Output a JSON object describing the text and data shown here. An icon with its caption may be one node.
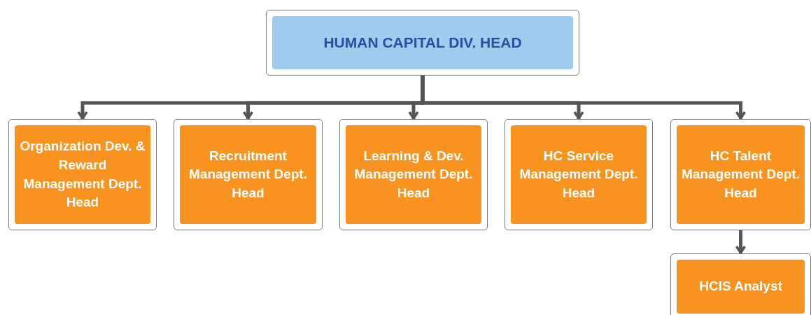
{
  "diagram": {
    "nodes": [
      {
        "text": [
          "HUMAN CAPITAL DIV. HEAD"
        ]
      },
      {
        "text": [
          "Organization Dev. & Reward Management Dept. Head"
        ]
      },
      {
        "text": [
          "Recruitment Management Dept. Head"
        ]
      },
      {
        "text": [
          "Learning & Dev. Management Dept. Head"
        ]
      },
      {
        "text": [
          "HC Service Management Dept. Head"
        ]
      },
      {
        "text": [
          "HC Talent Management Dept. Head"
        ]
      },
      {
        "text": [
          "HCIS Analyst"
        ]
      }
    ],
    "edges": [
      {
        "from": 0,
        "to": 1,
        "arrow": "to"
      },
      {
        "from": 0,
        "to": 2,
        "arrow": "to"
      },
      {
        "from": 0,
        "to": 3,
        "arrow": "to"
      },
      {
        "from": 0,
        "to": 4,
        "arrow": "to"
      },
      {
        "from": 0,
        "to": 5,
        "arrow": "to"
      },
      {
        "from": 5,
        "to": 6,
        "arrow": "to"
      }
    ]
  }
}
